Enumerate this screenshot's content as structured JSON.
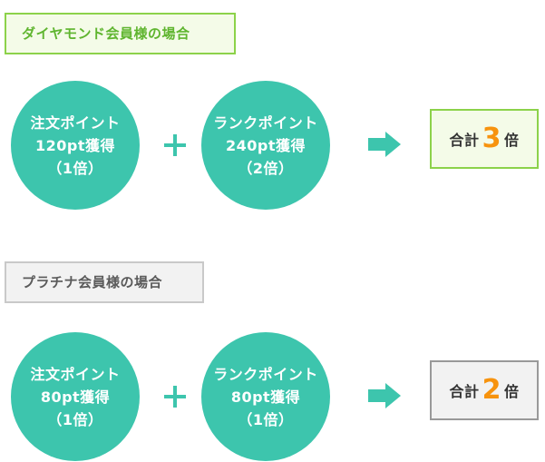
{
  "diamond": {
    "heading": "ダイヤモンド会員様の場合",
    "order_point": {
      "line1": "注文ポイント",
      "line2": "120pt獲得",
      "line3": "（1倍）"
    },
    "rank_point": {
      "line1": "ランクポイント",
      "line2": "240pt獲得",
      "line3": "（2倍）"
    },
    "result": {
      "prefix": "合計",
      "number": "3",
      "suffix": "倍"
    }
  },
  "platinum": {
    "heading": "プラチナ会員様の場合",
    "order_point": {
      "line1": "注文ポイント",
      "line2": "80pt獲得",
      "line3": "（1倍）"
    },
    "rank_point": {
      "line1": "ランクポイント",
      "line2": "80pt獲得",
      "line3": "（1倍）"
    },
    "result": {
      "prefix": "合計",
      "number": "2",
      "suffix": "倍"
    }
  },
  "colors": {
    "circle": "#3dc5ad",
    "diamond_border": "#8cd24a",
    "diamond_text": "#5fb52f",
    "platinum_border": "#c9c9c9",
    "result_number": "#f7930e"
  },
  "icons": {
    "plus": "plus-icon",
    "arrow": "right-arrow-icon"
  }
}
